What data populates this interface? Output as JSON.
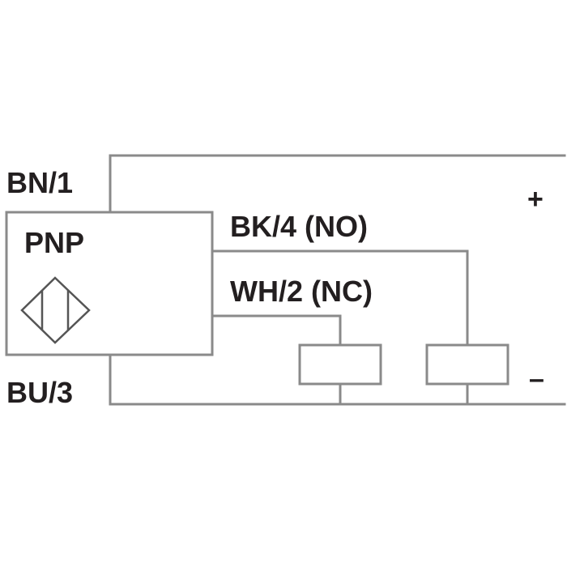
{
  "labels": {
    "brown_wire": "BN/1",
    "blue_wire": "BU/3",
    "black_wire": "BK/4 (NO)",
    "white_wire": "WH/2 (NC)",
    "sensor_type": "PNP",
    "positive": "+",
    "negative": "–"
  },
  "sensor_symbol_icon": "inductive-sensor-icon",
  "colors": {
    "line": "#8a8a8a",
    "text": "#231f20"
  }
}
